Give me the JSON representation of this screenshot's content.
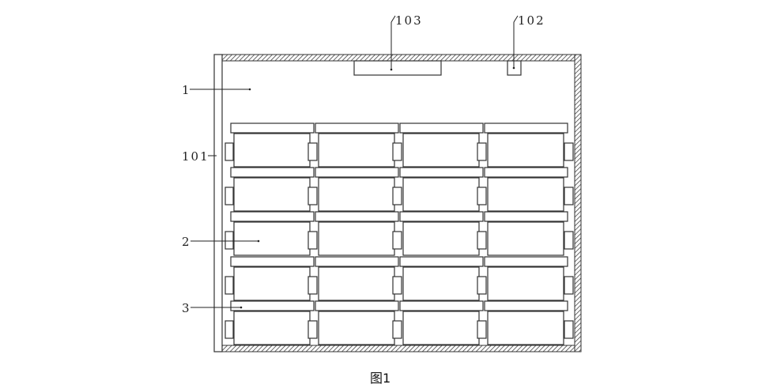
{
  "labels": {
    "l1": "1",
    "l101": "101",
    "l2": "2",
    "l3": "3",
    "l102": "102",
    "l103": "103"
  },
  "caption": "图1",
  "grid": {
    "columns": 4,
    "rows": 5
  }
}
